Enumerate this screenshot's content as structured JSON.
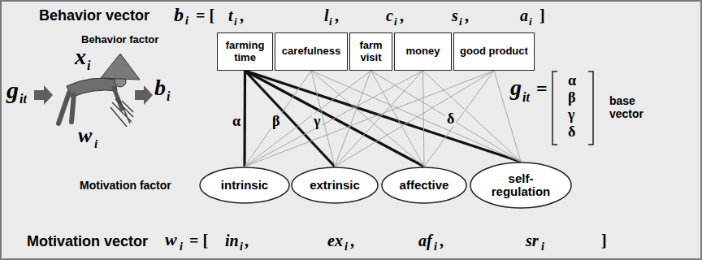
{
  "diagram": {
    "nodes": [
      {
        "text": [
          "farming time"
        ]
      },
      {
        "text": [
          "carefulness"
        ]
      },
      {
        "text": [
          "farm visit"
        ]
      },
      {
        "text": [
          "money"
        ]
      },
      {
        "text": [
          "good product"
        ]
      },
      {
        "text": [
          "intrinsic"
        ]
      },
      {
        "text": [
          "extrinsic"
        ]
      },
      {
        "text": [
          "affective"
        ]
      },
      {
        "text": [
          "self-regulation"
        ]
      }
    ],
    "edges": [
      {
        "from": 0,
        "to": 5,
        "label": "α",
        "arrow": "none"
      },
      {
        "from": 0,
        "to": 6,
        "label": "β",
        "arrow": "none"
      },
      {
        "from": 0,
        "to": 7,
        "label": "γ",
        "arrow": "none"
      },
      {
        "from": 0,
        "to": 8,
        "label": "δ",
        "arrow": "none"
      },
      {
        "from": 1,
        "to": 5,
        "arrow": "none"
      },
      {
        "from": 1,
        "to": 6,
        "arrow": "none"
      },
      {
        "from": 1,
        "to": 7,
        "arrow": "none"
      },
      {
        "from": 1,
        "to": 8,
        "arrow": "none"
      },
      {
        "from": 2,
        "to": 5,
        "arrow": "none"
      },
      {
        "from": 2,
        "to": 6,
        "arrow": "none"
      },
      {
        "from": 2,
        "to": 7,
        "arrow": "none"
      },
      {
        "from": 2,
        "to": 8,
        "arrow": "none"
      },
      {
        "from": 3,
        "to": 5,
        "arrow": "none"
      },
      {
        "from": 3,
        "to": 6,
        "arrow": "none"
      },
      {
        "from": 3,
        "to": 7,
        "arrow": "none"
      },
      {
        "from": 3,
        "to": 8,
        "arrow": "none"
      },
      {
        "from": 4,
        "to": 5,
        "arrow": "none"
      },
      {
        "from": 4,
        "to": 6,
        "arrow": "none"
      },
      {
        "from": 4,
        "to": 7,
        "arrow": "none"
      },
      {
        "from": 4,
        "to": 8,
        "arrow": "none"
      }
    ],
    "labels": [
      "Behavior vector",
      "b",
      "i",
      "= [",
      "t",
      "i",
      ",",
      "l",
      "i",
      ",",
      "c",
      "i",
      ",",
      "s",
      "i",
      ",",
      "a",
      "i",
      "]",
      "Behavior factor",
      "x",
      "i",
      "g",
      "it",
      "b",
      "i",
      "w",
      "i",
      "g",
      "it",
      "=",
      "α",
      "β",
      "γ",
      "δ",
      "base vector",
      "Motivation factor",
      "Motivation vector",
      "w",
      "i",
      "= [",
      "in",
      "i",
      ",",
      "ex",
      "i",
      ",",
      "af",
      "i",
      ",",
      "sr",
      "i",
      "]"
    ]
  }
}
